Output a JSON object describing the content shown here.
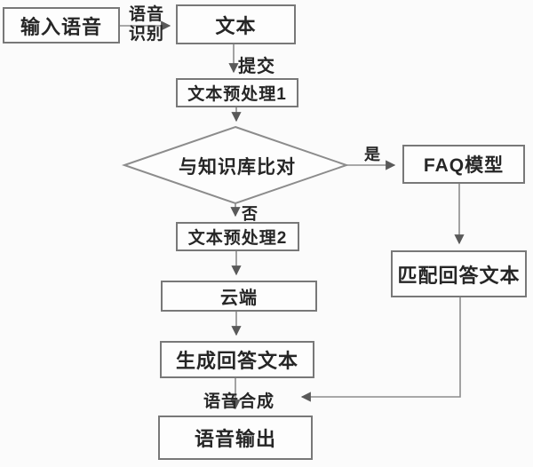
{
  "colors": {
    "background": "#fbfbfb",
    "box_fill": "#fdfdfd",
    "box_border": "#787878",
    "line": "#8c8c8c",
    "arrowhead": "#595959",
    "text": "#262626"
  },
  "nodes": {
    "input_speech": "输入语音",
    "text": "文本",
    "preprocess1": "文本预处理1",
    "compare": "与知识库比对",
    "faq_model": "FAQ模型",
    "match_answer": "匹配回答文本",
    "preprocess2": "文本预处理2",
    "cloud": "云端",
    "generate_answer": "生成回答文本",
    "speech_output": "语音输出"
  },
  "edge_labels": {
    "speech_recognition_line1": "语音",
    "speech_recognition_line2": "识别",
    "submit": "提交",
    "yes": "是",
    "no": "否",
    "speech_synthesis": "语音合成"
  }
}
